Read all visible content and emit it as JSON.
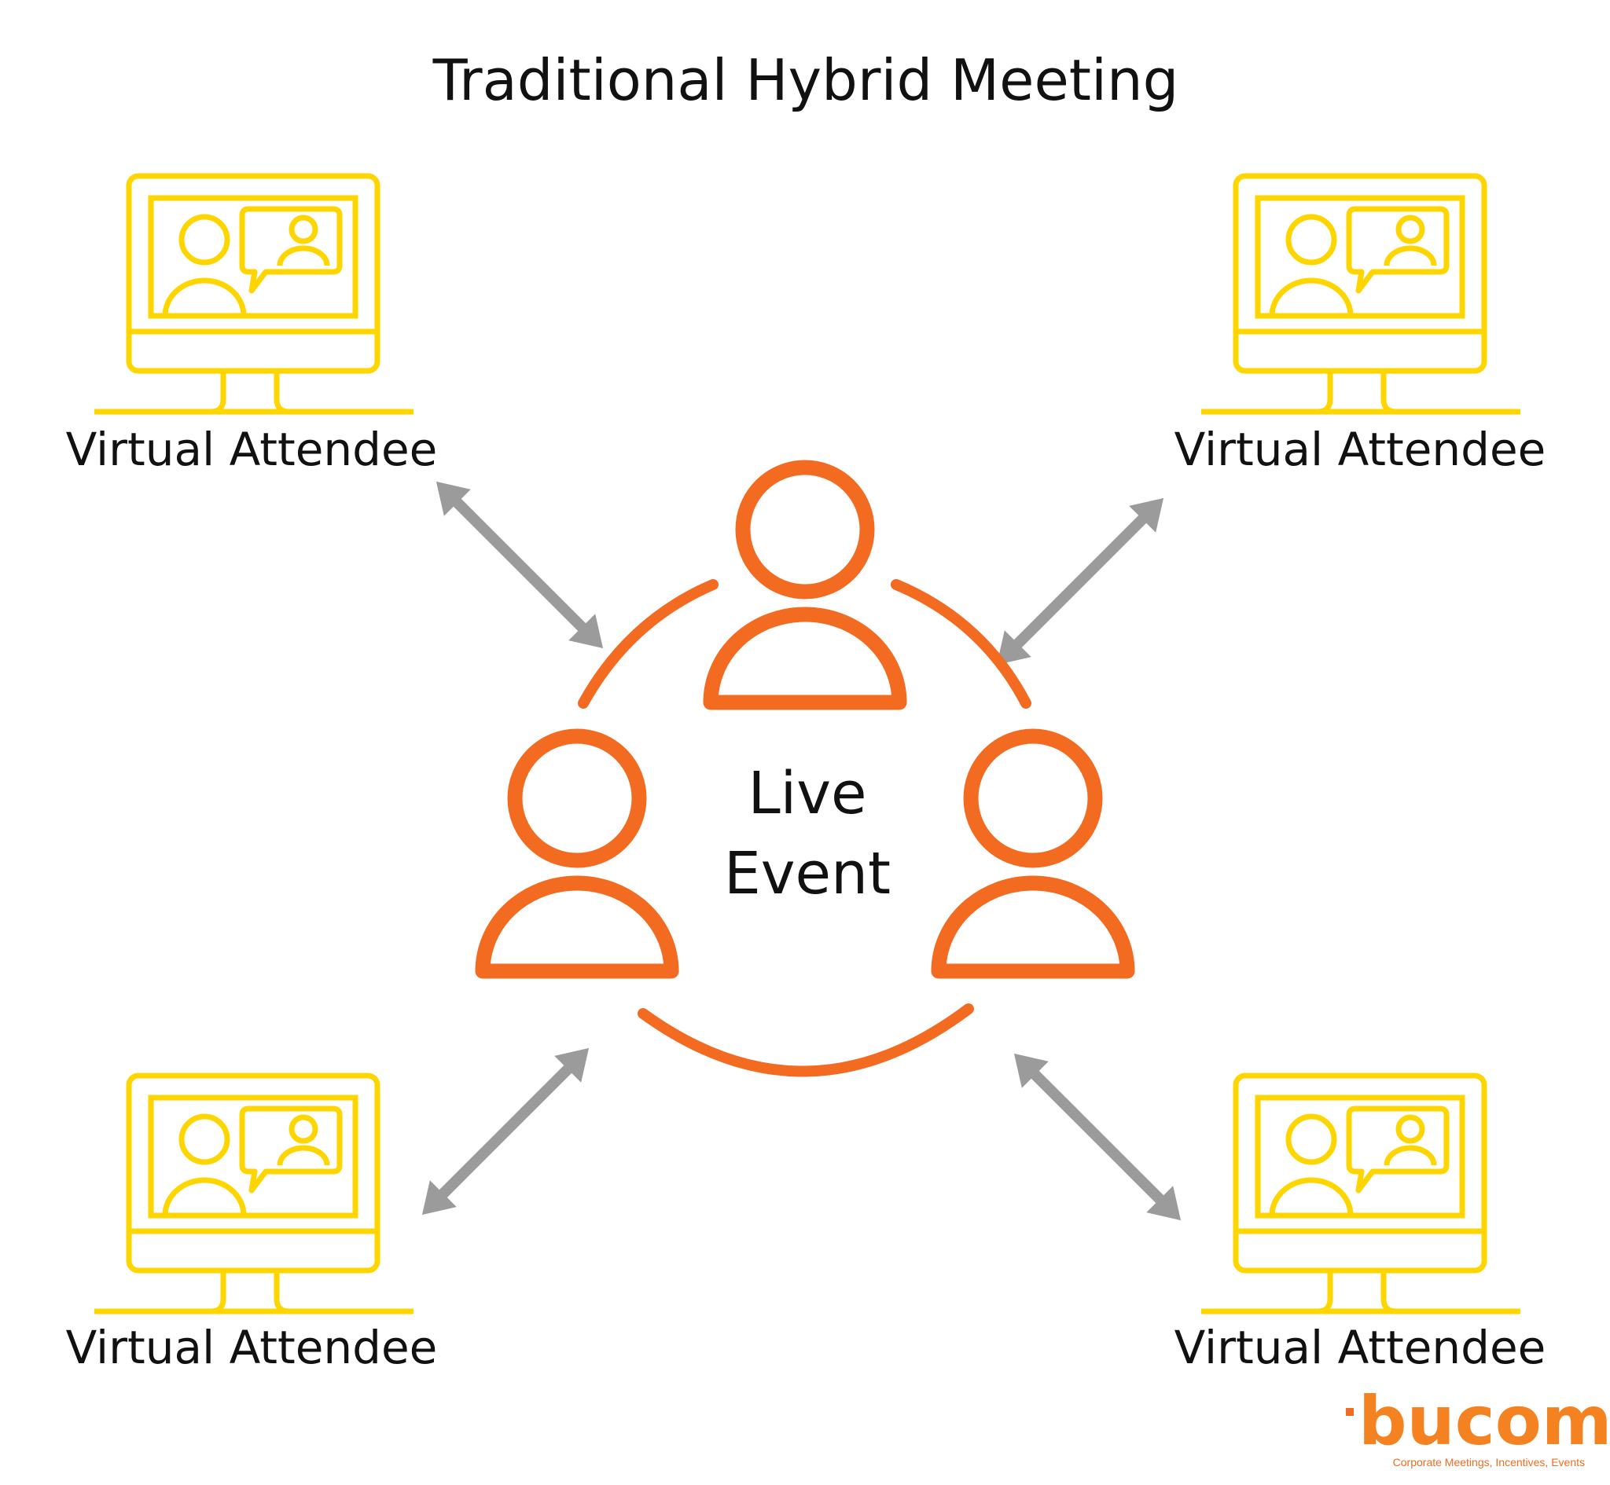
{
  "title": "Traditional Hybrid Meeting",
  "center": {
    "line1": "Live",
    "line2": "Event"
  },
  "attendees": [
    {
      "label": "Virtual Attendee",
      "icon": "monitor-video-call-icon"
    },
    {
      "label": "Virtual Attendee",
      "icon": "monitor-video-call-icon"
    },
    {
      "label": "Virtual Attendee",
      "icon": "monitor-video-call-icon"
    },
    {
      "label": "Virtual Attendee",
      "icon": "monitor-video-call-icon"
    }
  ],
  "logo": {
    "wordmark": "bucom",
    "tagline": "Corporate Meetings, Incentives, Events"
  },
  "colors": {
    "monitor": "#FFD500",
    "people": "#F26B21",
    "arrow": "#9B9B9B",
    "text": "#111111"
  },
  "icons": {
    "people": "person-icon",
    "arrows": "double-arrow-icon"
  }
}
